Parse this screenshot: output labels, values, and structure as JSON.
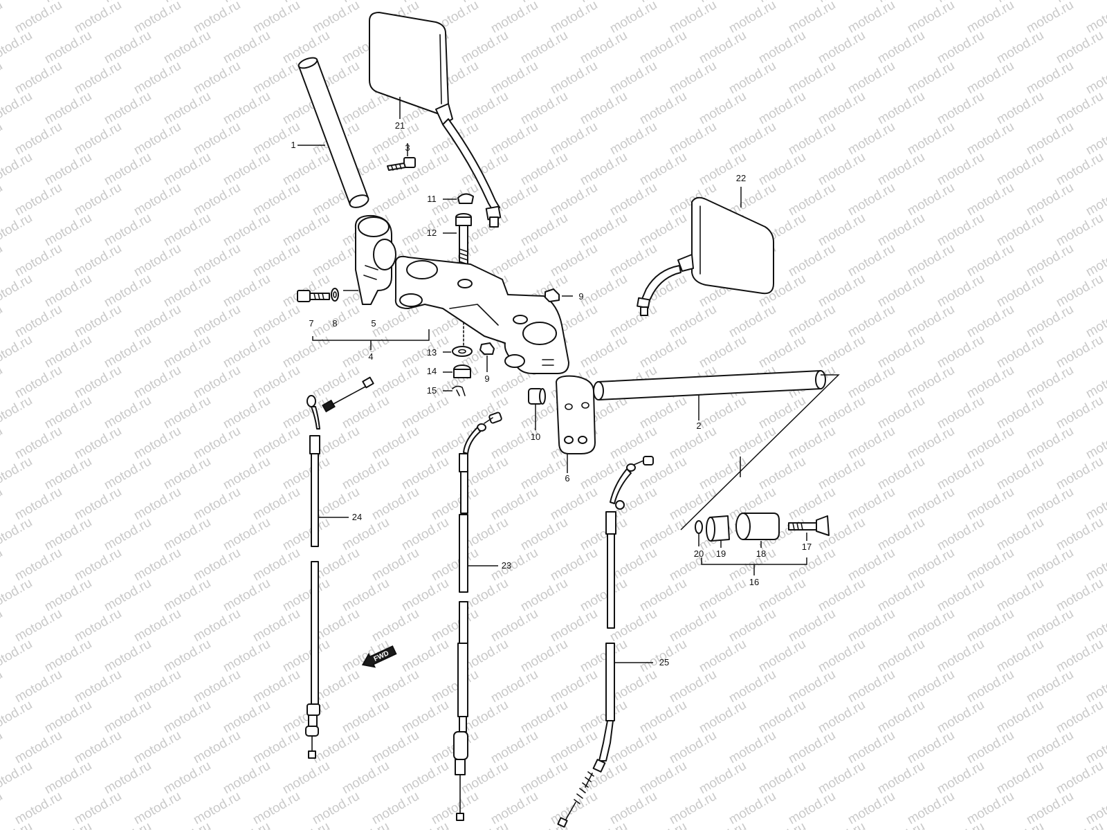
{
  "watermark": {
    "text": "motod.ru",
    "color": "#c9c9c9"
  },
  "direction_marker": {
    "label": "FWD"
  },
  "callouts": [
    "1",
    "2",
    "3",
    "4",
    "5",
    "6",
    "7",
    "8",
    "9",
    "9",
    "10",
    "11",
    "12",
    "13",
    "14",
    "15",
    "16",
    "17",
    "18",
    "19",
    "20",
    "21",
    "22",
    "23",
    "24",
    "25"
  ],
  "colors": {
    "line": "#111111",
    "background": "#ffffff"
  }
}
